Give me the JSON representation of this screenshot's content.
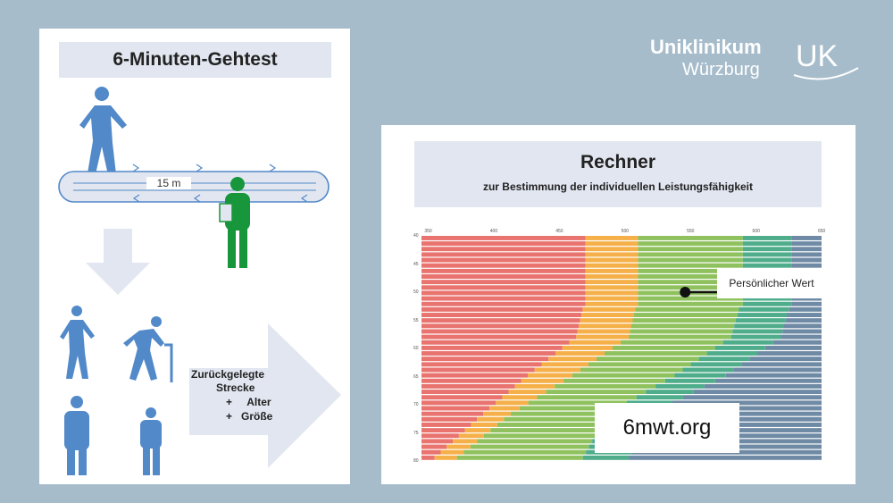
{
  "left": {
    "title": "6-Minuten-Gehtest",
    "track_label": "15 m",
    "result_lines": [
      "Zurückgelegte",
      "Strecke",
      "+     Alter",
      "+   Größe"
    ]
  },
  "logo": {
    "line1": "Uniklinikum",
    "line2": "Würzburg",
    "mark_text": "UK"
  },
  "right": {
    "title": "Rechner",
    "subtitle": "zur Bestimmung der individuellen Leistungsfähigkeit",
    "callout": "Persönlicher Wert",
    "url": "6mwt.org"
  },
  "colors": {
    "background": "#a6bccb",
    "figure_blue": "#5289c9",
    "figure_green": "#18963c",
    "band_red": "#e8736f",
    "band_orange": "#f5b04a",
    "band_lightgreen": "#8fc25e",
    "band_teal": "#4fad8c",
    "band_slate": "#6f8aa5"
  },
  "chart_data": {
    "type": "heatmap",
    "x_ticks": [
      350,
      400,
      450,
      500,
      550,
      600,
      650
    ],
    "y_ticks": [
      40,
      45,
      50,
      55,
      60,
      65,
      70,
      75,
      80
    ],
    "xlim": [
      345,
      650
    ],
    "ylim": [
      40,
      80
    ],
    "band_colors": [
      "#e8736f",
      "#f5b04a",
      "#8fc25e",
      "#4fad8c",
      "#6f8aa5"
    ],
    "boundaries": [
      {
        "age": 40,
        "values": [
          470,
          510,
          590,
          627
        ]
      },
      {
        "age": 52,
        "values": [
          470,
          510,
          590,
          627
        ]
      },
      {
        "age": 53,
        "values": [
          468,
          508,
          587,
          625
        ]
      },
      {
        "age": 58,
        "values": [
          463,
          503,
          581,
          619
        ]
      },
      {
        "age": 65,
        "values": [
          426,
          460,
          538,
          577
        ]
      },
      {
        "age": 72,
        "values": [
          392,
          413,
          487,
          520
        ]
      },
      {
        "age": 80,
        "values": [
          355,
          372,
          468,
          503
        ]
      }
    ],
    "marker": {
      "distance": 546,
      "age": 50
    }
  }
}
